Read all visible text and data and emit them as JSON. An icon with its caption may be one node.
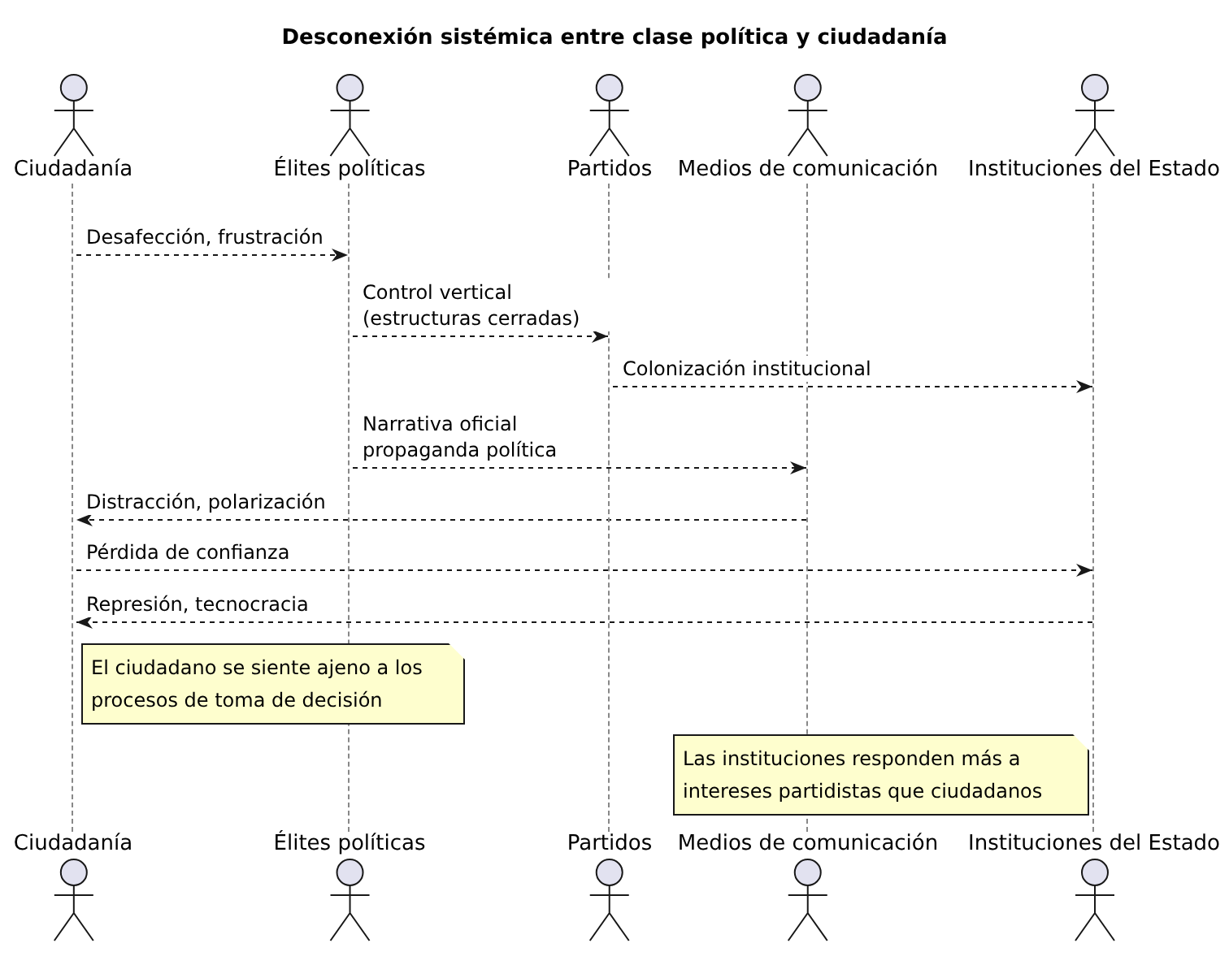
{
  "diagram": {
    "title": "Desconexión sistémica entre clase política y ciudadanía",
    "nodes": [
      {
        "text": [
          "Ciudadanía"
        ]
      },
      {
        "text": [
          "Élites políticas"
        ]
      },
      {
        "text": [
          "Partidos"
        ]
      },
      {
        "text": [
          "Medios de comunicación"
        ]
      },
      {
        "text": [
          "Instituciones del Estado"
        ]
      },
      {
        "text": [],
        "shape": "bar"
      },
      {
        "text": [],
        "shape": "bar"
      },
      {
        "text": [],
        "shape": "bar"
      },
      {
        "text": [],
        "shape": "bar"
      },
      {
        "text": [],
        "shape": "bar"
      },
      {
        "text": [
          "El ciudadano se siente ajeno a los procesos de toma de decisión"
        ]
      },
      {
        "text": [
          "Las instituciones responden más a intereses partidistas que ciudadanos"
        ]
      },
      {
        "text": [
          "Ciudadanía"
        ]
      },
      {
        "text": [
          "Élites políticas"
        ]
      },
      {
        "text": [
          "Partidos"
        ]
      },
      {
        "text": [
          "Medios de comunicación"
        ]
      },
      {
        "text": [
          "Instituciones del Estado"
        ]
      }
    ],
    "edges": [
      {
        "from": 5,
        "to": 6,
        "arrow": "to",
        "style": "dashed",
        "label": "Desafección, frustración"
      },
      {
        "from": 6,
        "to": 7,
        "arrow": "to",
        "style": "dashed",
        "label": "Control vertical (estructuras cerradas)"
      },
      {
        "from": 7,
        "to": 9,
        "arrow": "to",
        "style": "dashed",
        "label": "Colonización institucional"
      },
      {
        "from": 6,
        "to": 8,
        "arrow": "to",
        "style": "dashed",
        "label": "Narrativa oficial propaganda política"
      },
      {
        "from": 8,
        "to": 5,
        "arrow": "to",
        "style": "dashed",
        "label": "Distracción, polarización"
      },
      {
        "from": 5,
        "to": 9,
        "arrow": "to",
        "style": "dashed",
        "label": "Pérdida de confianza"
      },
      {
        "from": 9,
        "to": 5,
        "arrow": "to",
        "style": "dashed",
        "label": "Represión, tecnocracia"
      }
    ]
  }
}
